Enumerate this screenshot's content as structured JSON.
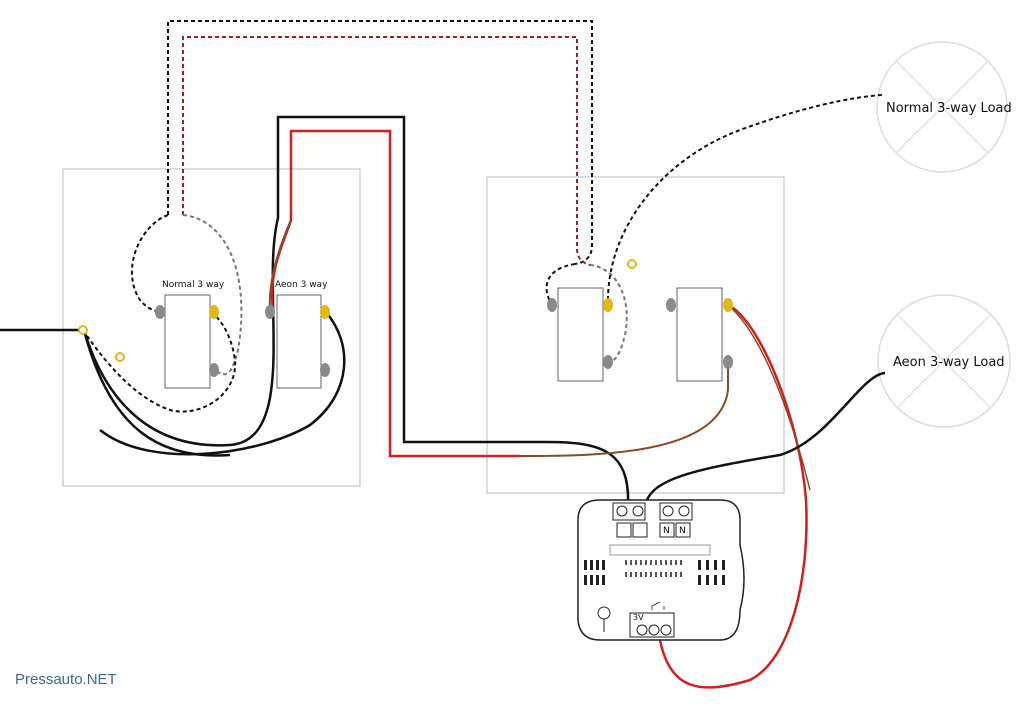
{
  "switches": {
    "normal": {
      "label": "Normal 3 way"
    },
    "aeon": {
      "label": "Aeon 3 way"
    }
  },
  "loads": {
    "normal": {
      "label": "Normal 3-way Load"
    },
    "aeon": {
      "label": "Aeon 3-way Load"
    }
  },
  "module": {
    "terminals_top": [
      "",
      "",
      "N",
      "N"
    ],
    "terminals_bottom_label": "3V"
  },
  "watermark": "Pressauto.NET",
  "colors": {
    "black_wire": "#111111",
    "red_wire": "#d0201f",
    "brown_wire": "#8a4a2a",
    "gray_dash": "#777777",
    "brass_terminal": "#e0b81a",
    "silver_terminal": "#8a8a8a",
    "box_border": "#bcc8d0"
  }
}
